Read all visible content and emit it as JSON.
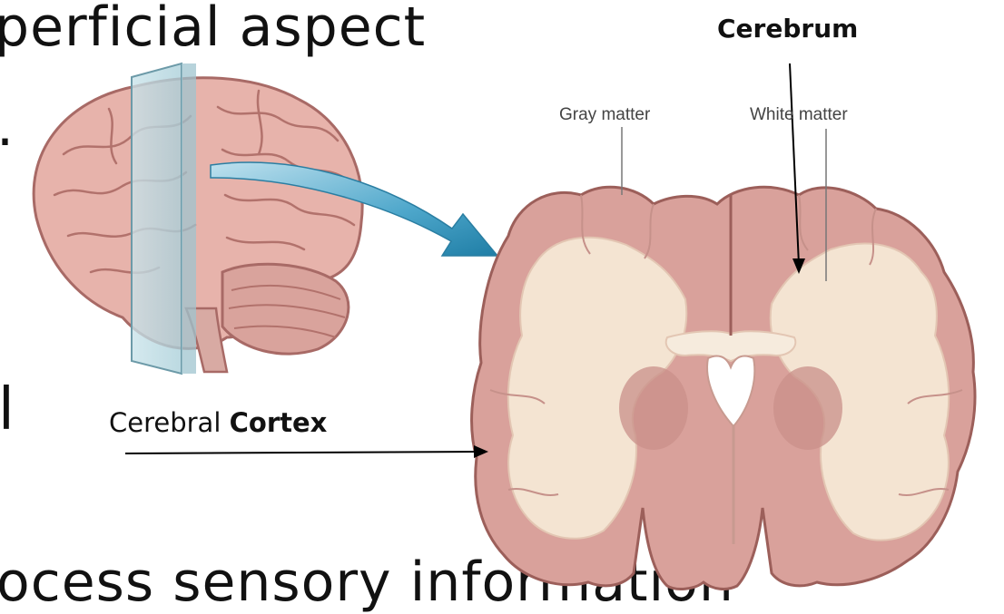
{
  "slide": {
    "heading_fragment": "perficial aspect",
    "bullet_fragment": ".",
    "left_fragment": "l",
    "bottom_fragment": "ocess sensory information"
  },
  "labels": {
    "cerebrum": "Cerebrum",
    "cerebral": "Cerebral",
    "cortex": "Cortex",
    "gray_matter": "Gray matter",
    "white_matter": "White matter"
  },
  "colors": {
    "brain_surface": "#e7b3ab",
    "brain_outline": "#a86a66",
    "gray_matter": "#d9a19b",
    "white_matter": "#f4e4d2",
    "section_plane": "#bcd8e0",
    "arrow_blue": "#2f8fb5"
  }
}
